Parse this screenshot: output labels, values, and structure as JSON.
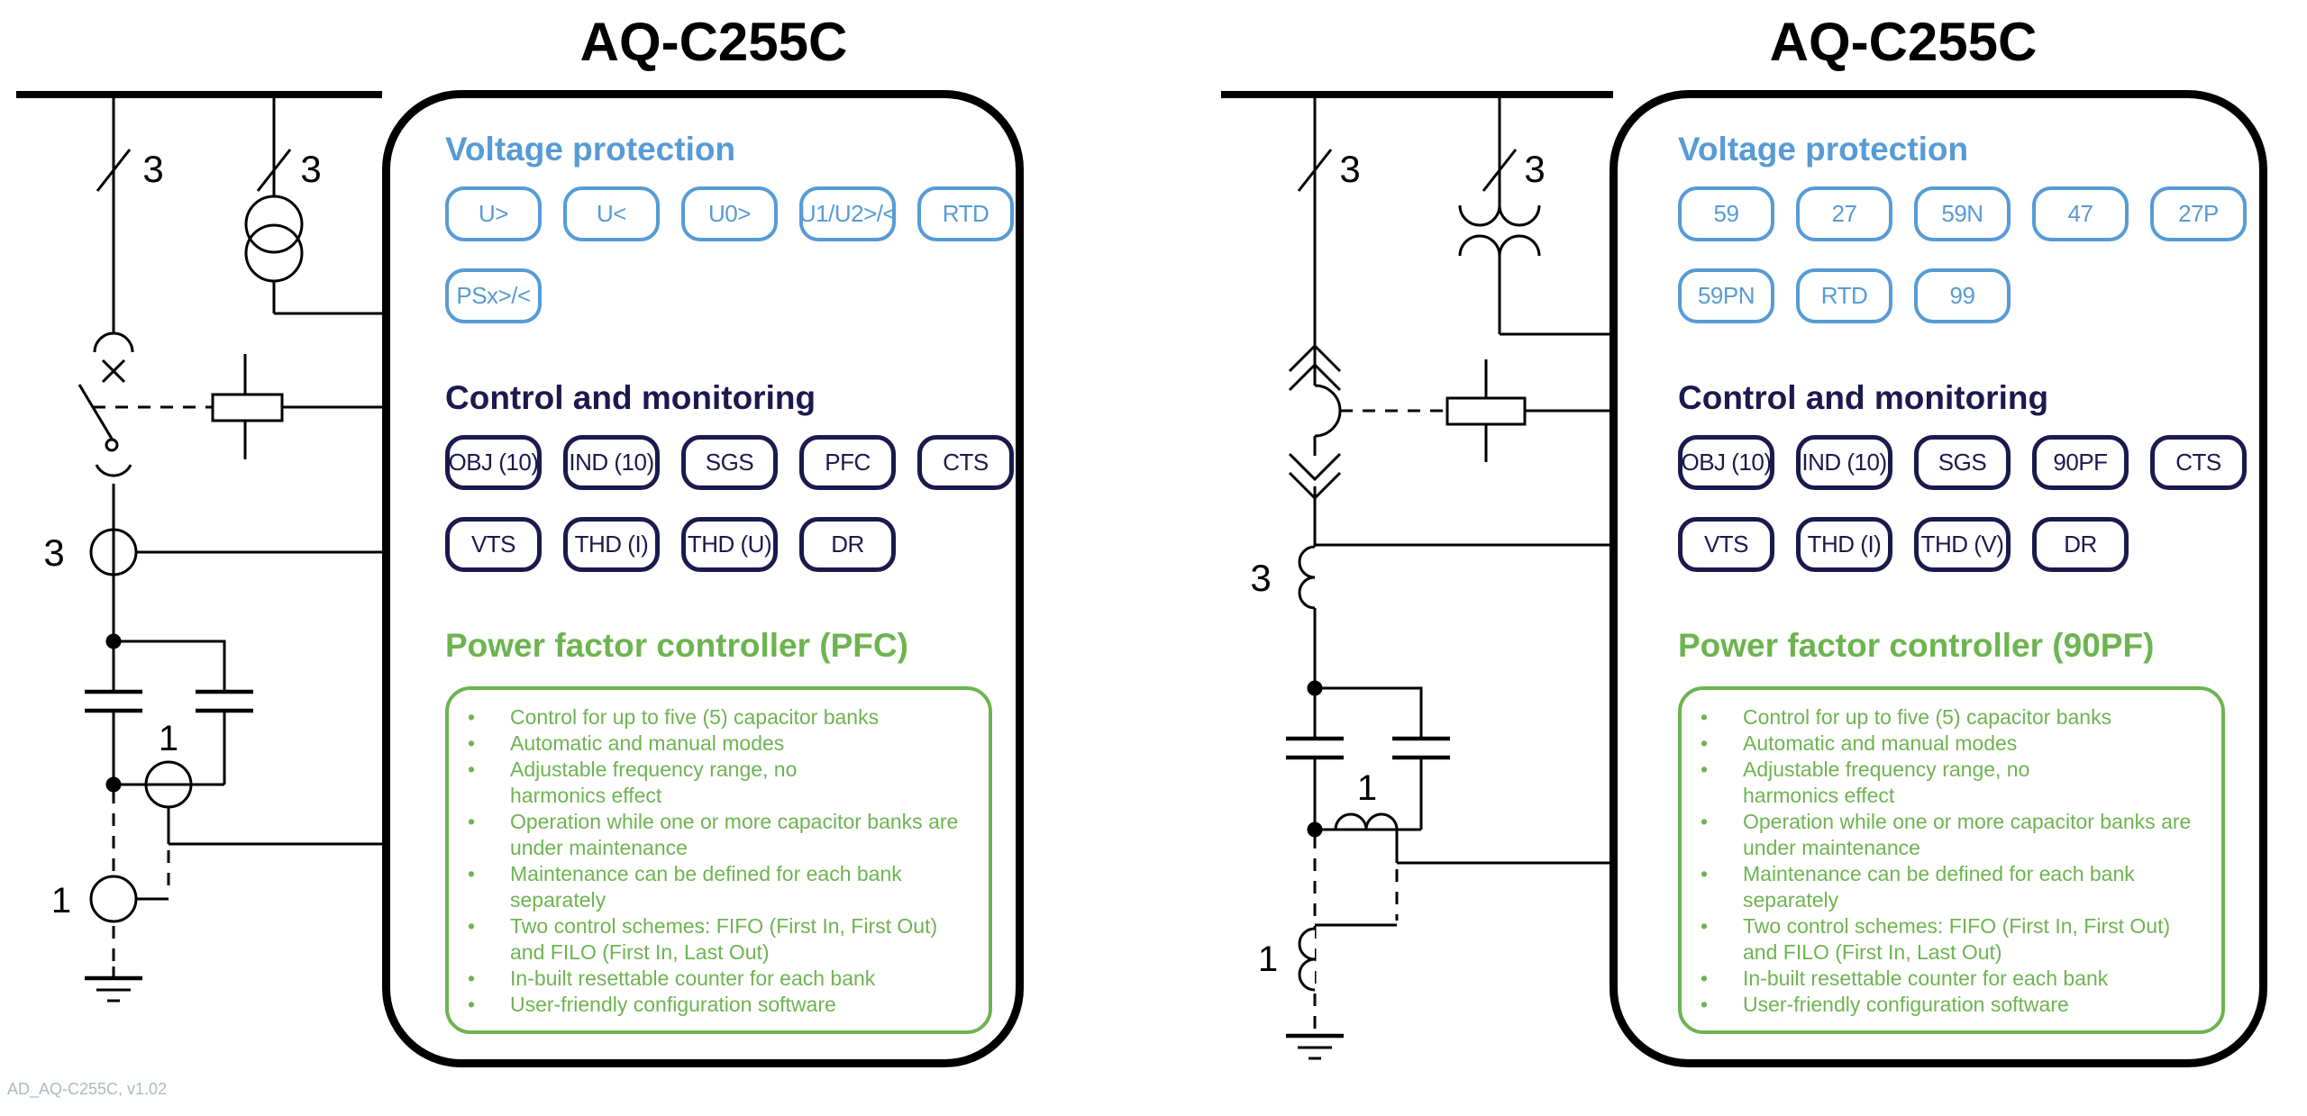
{
  "titles": {
    "left": "AQ-C255C",
    "right": "AQ-C255C"
  },
  "footer": "AD_AQ-C255C, v1.02",
  "bullet_glyph": "•",
  "colors": {
    "accent_blue": "#579BD5",
    "accent_navy": "#1A1A4E",
    "accent_green": "#6DB450",
    "line_black": "#000000",
    "footer_gray": "#AEB9C6"
  },
  "panels": {
    "left": {
      "voltage": {
        "heading": "Voltage protection",
        "badges": [
          "U>",
          "U<",
          "U0>",
          "U1/U2>/<",
          "RTD",
          "PSx>/<"
        ]
      },
      "control": {
        "heading": "Control and monitoring",
        "badges": [
          "OBJ (10)",
          "IND (10)",
          "SGS",
          "PFC",
          "CTS",
          "VTS",
          "THD (I)",
          "THD (U)",
          "DR"
        ]
      },
      "pfc": {
        "heading": "Power factor controller (PFC)",
        "bullets": [
          "Control for up to five (5) capacitor banks",
          "Automatic and manual modes",
          "Adjustable frequency range, no\nharmonics effect",
          "Operation while one or more capacitor banks are\nunder maintenance",
          "Maintenance can be defined for each bank\nseparately",
          "Two control schemes: FIFO (First In, First Out)\nand FILO (First In, Last Out)",
          "In-built resettable counter for each bank",
          "User-friendly configuration software"
        ]
      }
    },
    "right": {
      "voltage": {
        "heading": "Voltage protection",
        "badges": [
          "59",
          "27",
          "59N",
          "47",
          "27P",
          "59PN",
          "RTD",
          "99"
        ]
      },
      "control": {
        "heading": "Control and monitoring",
        "badges": [
          "OBJ (10)",
          "IND (10)",
          "SGS",
          "90PF",
          "CTS",
          "VTS",
          "THD (I)",
          "THD (V)",
          "DR"
        ]
      },
      "pfc": {
        "heading": "Power factor controller (90PF)",
        "bullets": [
          "Control for up to five (5) capacitor banks",
          "Automatic and manual modes",
          "Adjustable frequency range, no\nharmonics effect",
          "Operation while one or more capacitor banks are\nunder maintenance",
          "Maintenance can be defined for each bank\nseparately",
          "Two control schemes: FIFO (First In, First Out)\nand FILO (First In, Last Out)",
          "In-built resettable counter for each bank",
          "User-friendly configuration software"
        ]
      }
    }
  },
  "diagrams": {
    "left": {
      "labels": {
        "feeder_phases": "3",
        "vt_phases": "3",
        "phase_ct": "3",
        "bank_ct": "1",
        "unbalance_ct": "1"
      }
    },
    "right": {
      "labels": {
        "feeder_phases": "3",
        "vt_phases": "3",
        "phase_ct": "3",
        "bank_ct": "1",
        "unbalance_ct": "1"
      }
    }
  }
}
